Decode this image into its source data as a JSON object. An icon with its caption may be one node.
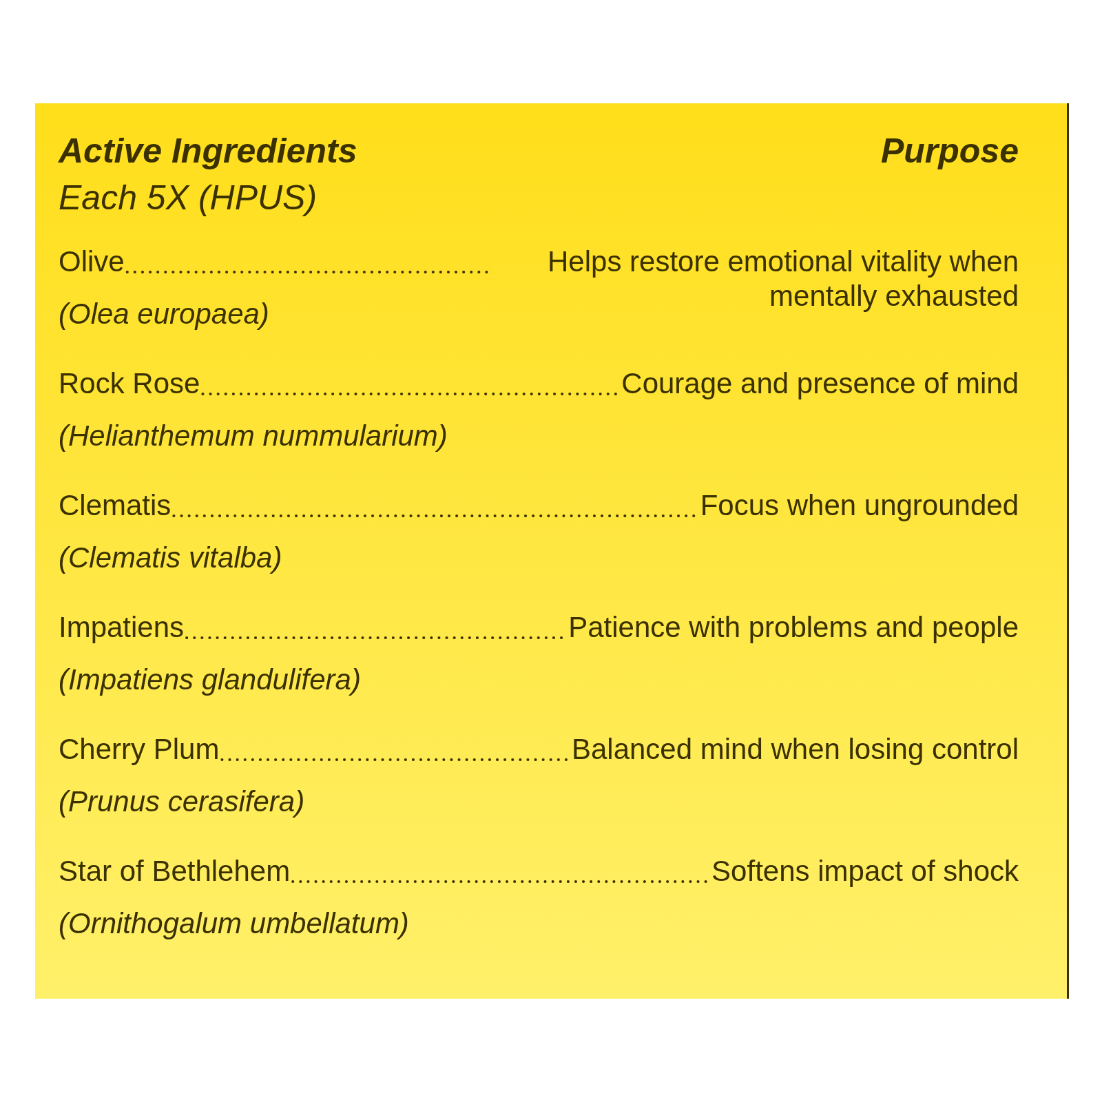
{
  "diagram": {
    "nodes": [
      {
        "text": [
          "Olive"
        ],
        "beside": [
          "(Olea europaea)"
        ]
      },
      {
        "text": [
          "Helps restore emotional vitality when mentally exhausted"
        ]
      },
      {
        "text": [
          "Rock Rose"
        ],
        "beside": [
          "(Helianthemum nummularium)"
        ]
      },
      {
        "text": [
          "Courage and presence of mind"
        ]
      },
      {
        "text": [
          "Clematis"
        ],
        "beside": [
          "(Clematis vitalba)"
        ]
      },
      {
        "text": [
          "Focus when ungrounded"
        ]
      },
      {
        "text": [
          "Impatiens"
        ],
        "beside": [
          "(Impatiens glandulifera)"
        ]
      },
      {
        "text": [
          "Patience with problems and people"
        ]
      },
      {
        "text": [
          "Cherry Plum"
        ],
        "beside": [
          "(Prunus cerasifera)"
        ]
      },
      {
        "text": [
          "Balanced mind when losing control"
        ]
      },
      {
        "text": [
          "Star of Bethlehem"
        ],
        "beside": [
          "(Ornithogalum umbellatum)"
        ]
      },
      {
        "text": [
          "Softens impact of shock"
        ]
      }
    ],
    "edges": [
      {
        "from": 0,
        "to": 1,
        "arrow": "none"
      },
      {
        "from": 2,
        "to": 3,
        "arrow": "none"
      },
      {
        "from": 4,
        "to": 5,
        "arrow": "none"
      },
      {
        "from": 6,
        "to": 7,
        "arrow": "none"
      },
      {
        "from": 8,
        "to": 9,
        "arrow": "none"
      },
      {
        "from": 10,
        "to": 11,
        "arrow": "none"
      }
    ],
    "labels": [
      "Active Ingredients",
      "Purpose",
      "Each 5X (HPUS)"
    ]
  }
}
